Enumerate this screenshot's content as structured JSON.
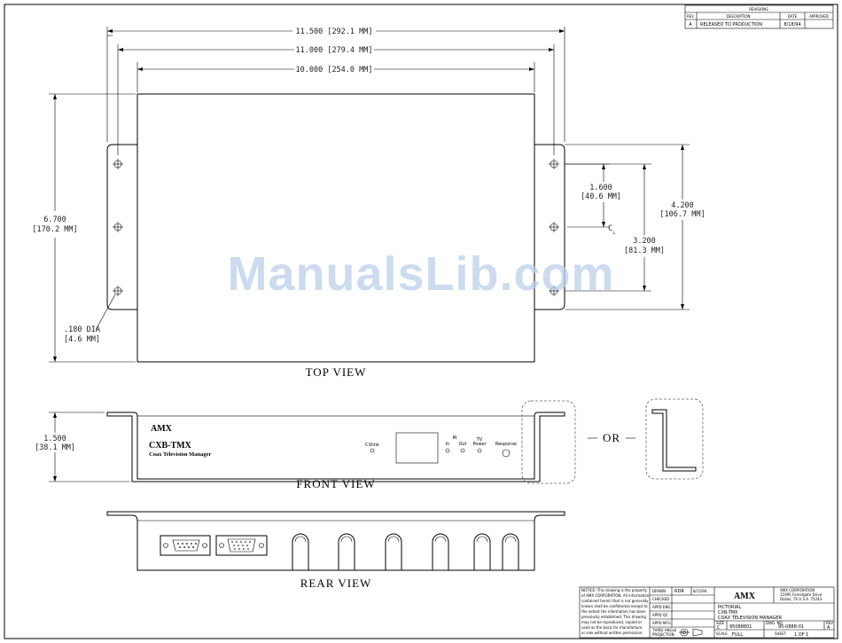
{
  "dimensions": {
    "width_overall": "11.500 [292.1 MM]",
    "width_flange": "11.000 [279.4 MM]",
    "width_body": "10.000 [254.0 MM]",
    "depth_overall": "6.700",
    "depth_overall_mm": "[170.2 MM]",
    "hole_dia": ".180 DIA",
    "hole_dia_mm": "[4.6 MM]",
    "hole_center": "1.600",
    "hole_center_mm": "[40.6 MM]",
    "centerline": "C",
    "centerline_sub": "L",
    "hole_spacing": "3.200",
    "hole_spacing_mm": "[81.3 MM]",
    "flange_depth": "4.200",
    "flange_depth_mm": "[106.7 MM]",
    "height": "1.500",
    "height_mm": "[38.1 MM]"
  },
  "views": {
    "top": "TOP VIEW",
    "front": "FRONT VIEW",
    "rear": "REAR VIEW",
    "or_label": "OR"
  },
  "front_panel": {
    "brand": "AMX",
    "model": "CXB-TMX",
    "subtitle": "Coax Television Manager",
    "cxlink": "CXlink",
    "ir": "IR",
    "in": "In",
    "out": "Out",
    "tv": "TV",
    "power": "Power",
    "response": "Response"
  },
  "revisions": {
    "title": "REVISIONS",
    "headers": [
      "REV",
      "DESCRIPTION",
      "DATE",
      "APPROVED"
    ],
    "rows": [
      {
        "rev": "A",
        "description": "RELEASED TO PRODUCTION",
        "date": "8/18/94",
        "approved": ""
      }
    ]
  },
  "title_block": {
    "notice": [
      "NOTICE: This drawing is the property",
      "of AMX CORPORATION. All information",
      "contained herein that is not generally",
      "known shall be confidential except to",
      "the extent the information has been",
      "previously established. This drawing",
      "may not be reproduced, copied or",
      "used as the basis for manufacture",
      "or sale without written permission."
    ],
    "drawn_label": "DRAWN",
    "drawn_by": "RDR",
    "drawn_date": "8/15/94",
    "checked_label": "CHECKED",
    "appd_eng": "APPD ENG",
    "appd_qc": "APPD QC",
    "appd_mfg": "APPD MFG",
    "projection_1": "THIRD ANGLE",
    "projection_2": "PROJECTION",
    "company_logo": "AMX",
    "company_1": "AMX CORPORATION",
    "company_2": "11995 Forestgate Drive",
    "company_3": "Dallas, TX U.S.A. 75243",
    "title_1": "PICTORIAL",
    "title_2": "CXB-TMX",
    "title_3": "COAX TELEVISION MANAGER",
    "size_label": "SIZE",
    "size": "C",
    "fscm": "95088801",
    "dwg_no_label": "DWG. NO.",
    "dwg_no": "95-0888-01",
    "rev_label": "REV",
    "rev": "A",
    "scale_label": "SCALE",
    "scale": "FULL",
    "sheet_label": "SHEET",
    "sheet": "1 OF 1"
  },
  "watermark": "ManualsLib.com"
}
